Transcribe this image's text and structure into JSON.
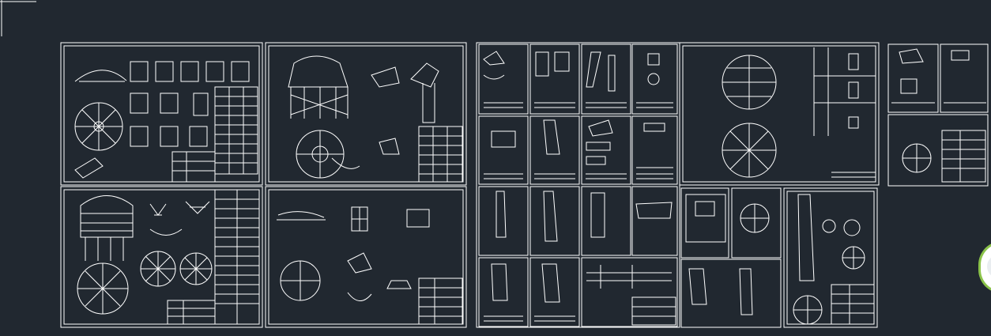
{
  "app": {
    "background_color": "#212830",
    "line_color": "#ffffff"
  },
  "viewport": {
    "ucs_icon": "ucs-crosshair-icon",
    "nav_widget_icon": "navigation-wheel-icon"
  },
  "drawing_groups": [
    {
      "name": "group-vessel-details",
      "sheets": 4
    },
    {
      "name": "group-part-drawings",
      "sheets": 20
    },
    {
      "name": "group-sphere-plan",
      "sheets": 1
    },
    {
      "name": "group-small-parts",
      "sheets": 3
    },
    {
      "name": "group-support-details",
      "sheets": 3
    }
  ]
}
